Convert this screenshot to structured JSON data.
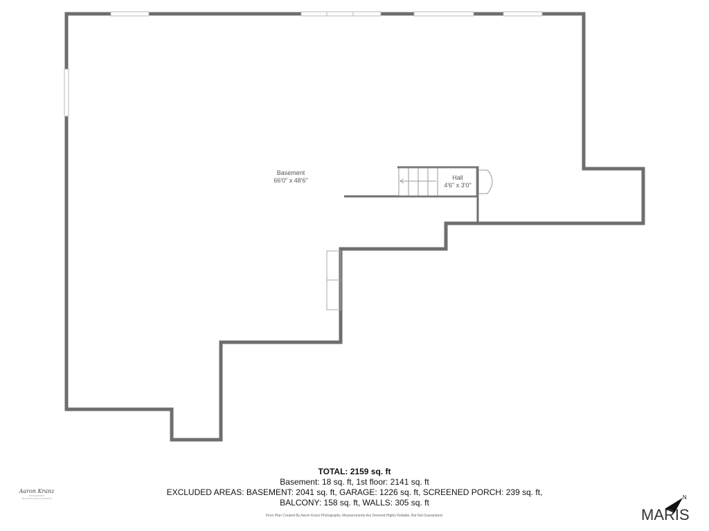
{
  "rooms": {
    "basement": {
      "name": "Basement",
      "dims": "66'0\" x 48'6\""
    },
    "hall": {
      "name": "Hall",
      "dims": "4'6\" x 3'0\""
    }
  },
  "summary": {
    "total": "TOTAL: 2159 sq. ft",
    "line1": "Basement: 18 sq. ft, 1st floor: 2141 sq. ft",
    "line2": "EXCLUDED AREAS: BASEMENT: 2041 sq. ft, GARAGE: 1226 sq. ft, SCREENED PORCH: 239 sq. ft,",
    "line3": "BALCONY: 158 sq. ft, WALLS: 305 sq. ft"
  },
  "disclaimer": "Floor Plan Created By Aaron Kranz Photography. Measurements Are Deemed Highly Reliable, But Not Guaranteed.",
  "signature": {
    "name": "Aaron Kranz",
    "sub1": "PHOTOGRAPHY",
    "sub2": "Real Estate Photos & Marketing"
  },
  "brand": "MARIS",
  "compass": {
    "label": "N"
  },
  "colors": {
    "wall": "#6e6e6e",
    "window": "#b9b9b9",
    "text": "#555555"
  }
}
